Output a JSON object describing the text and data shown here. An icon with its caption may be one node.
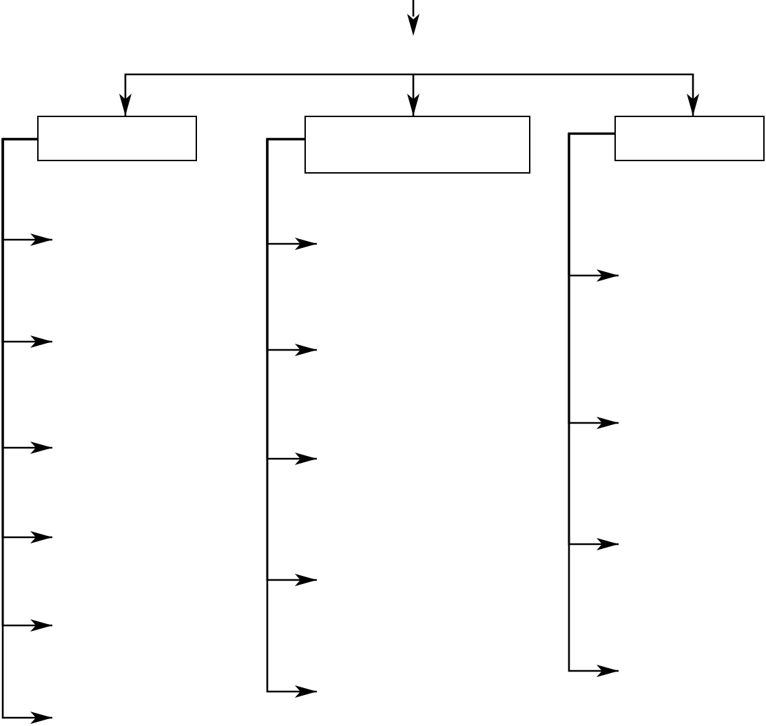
{
  "diagram": {
    "nodes": [
      {
        "text": [],
        "shape": "box"
      },
      {
        "text": [],
        "shape": "box"
      },
      {
        "text": [],
        "shape": "box"
      }
    ],
    "edges": [
      {
        "from": null,
        "to": 0,
        "arrow": "to"
      },
      {
        "from": null,
        "to": 1,
        "arrow": "to"
      },
      {
        "from": null,
        "to": 2,
        "arrow": "to"
      },
      {
        "from": 0,
        "to": null,
        "arrow": "to"
      },
      {
        "from": 0,
        "to": null,
        "arrow": "to"
      },
      {
        "from": 0,
        "to": null,
        "arrow": "to"
      },
      {
        "from": 0,
        "to": null,
        "arrow": "to"
      },
      {
        "from": 0,
        "to": null,
        "arrow": "to"
      },
      {
        "from": 0,
        "to": null,
        "arrow": "to"
      },
      {
        "from": 1,
        "to": null,
        "arrow": "to"
      },
      {
        "from": 1,
        "to": null,
        "arrow": "to"
      },
      {
        "from": 1,
        "to": null,
        "arrow": "to"
      },
      {
        "from": 1,
        "to": null,
        "arrow": "to"
      },
      {
        "from": 1,
        "to": null,
        "arrow": "to"
      },
      {
        "from": 2,
        "to": null,
        "arrow": "to"
      },
      {
        "from": 2,
        "to": null,
        "arrow": "to"
      },
      {
        "from": 2,
        "to": null,
        "arrow": "to"
      },
      {
        "from": 2,
        "to": null,
        "arrow": "to"
      }
    ]
  }
}
